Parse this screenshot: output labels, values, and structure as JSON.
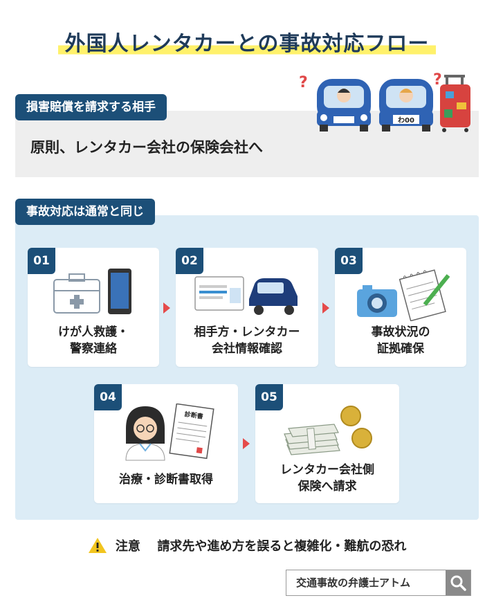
{
  "title": "外国人レンタカーとの事故対応フロー",
  "section1": {
    "label": "損害賠償を請求する相手",
    "text": "原則、レンタカー会社の保険会社へ"
  },
  "section2": {
    "label": "事故対応は通常と同じ",
    "steps": [
      {
        "num": "01",
        "line1": "けが人救護・",
        "line2": "警察連絡",
        "icon": "first-aid-kit-and-phone-icon"
      },
      {
        "num": "02",
        "line1": "相手方・レンタカー",
        "line2": "会社情報確認",
        "icon": "license-and-car-icon"
      },
      {
        "num": "03",
        "line1": "事故状況の",
        "line2": "証拠確保",
        "icon": "camera-and-notepad-icon"
      },
      {
        "num": "04",
        "line1": "治療・診断書取得",
        "line2": "",
        "icon": "doctor-and-certificate-icon"
      },
      {
        "num": "05",
        "line1": "レンタカー会社側",
        "line2": "保険へ請求",
        "icon": "money-and-coins-icon"
      }
    ]
  },
  "illustration": {
    "plate": "わ00",
    "question_mark": "?"
  },
  "certificate_title": "診断書",
  "note": {
    "prefix": "注意",
    "text": "請求先や進め方を誤ると複雑化・難航の恐れ"
  },
  "search": {
    "text": "交通事故の弁護士アトム"
  },
  "colors": {
    "navy": "#1c4f78",
    "highlight": "#fff16b",
    "panel": "#dcecf6",
    "arrow": "#e54b4b"
  }
}
